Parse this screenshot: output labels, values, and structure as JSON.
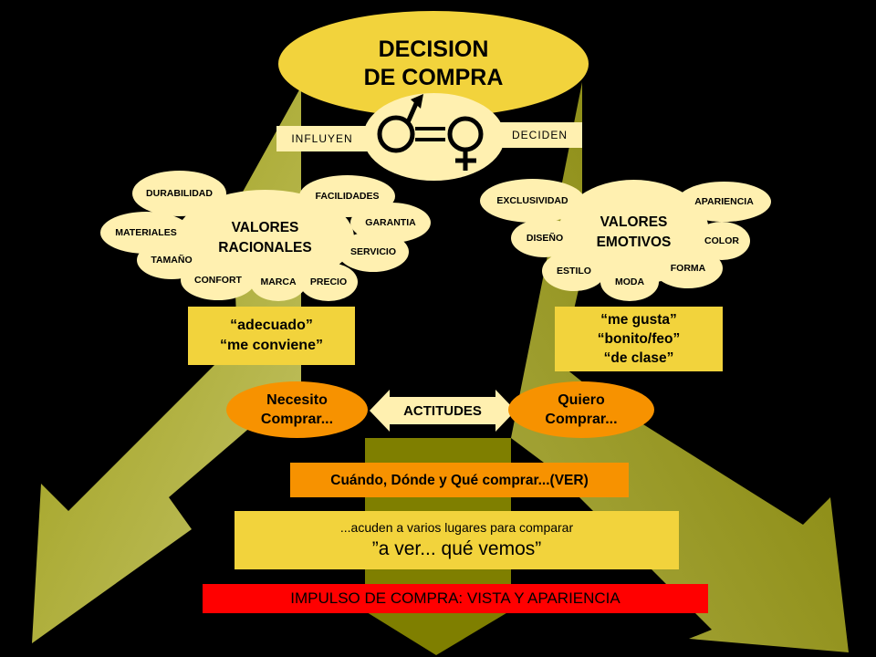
{
  "title": {
    "line1": "DECISION",
    "line2": "DE COMPRA"
  },
  "gender": {
    "influyen": "INFLUYEN",
    "deciden": "DECIDEN",
    "symbol_eq": "="
  },
  "rational": {
    "title": "VALORES\nRACIONALES",
    "items": [
      "DURABILIDAD",
      "FACILIDADES",
      "GARANTIA",
      "MATERIALES",
      "SERVICIO",
      "TAMAÑO",
      "CONFORT",
      "MARCA",
      "PRECIO"
    ],
    "quote": "“adecuado”\n“me conviene”"
  },
  "emotional": {
    "title": "VALORES\nEMOTIVOS",
    "items": [
      "EXCLUSIVIDAD",
      "APARIENCIA",
      "DISEÑO",
      "COLOR",
      "ESTILO",
      "MODA",
      "FORMA"
    ],
    "quote": "“me gusta”\n“bonito/feo”\n“de clase”"
  },
  "attitudes": {
    "left": "Necesito\nComprar...",
    "center": "ACTITUDES",
    "right": "Quiero\nComprar..."
  },
  "when_where": "Cuándo, Dónde y Qué comprar...(VER)",
  "compare": {
    "line1": "...acuden a varios lugares para comparar",
    "line2": "”a ver... qué vemos”"
  },
  "impulse": "IMPULSO DE COMPRA:  VISTA Y APARIENCIA",
  "colors": {
    "olive": "#7F7F00",
    "olive_light": "#B2B24C",
    "yellow": "#F2D33C",
    "cream": "#FFF0B0",
    "orange": "#F79200",
    "red": "#FF0000"
  }
}
